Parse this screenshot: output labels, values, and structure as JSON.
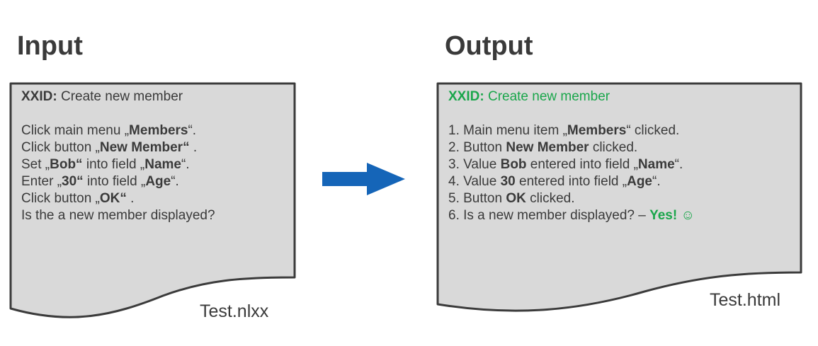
{
  "input": {
    "heading": "Input",
    "filename": "Test.nlxx",
    "title_id": "XXID:",
    "title_text": " Create new member",
    "lines": [
      [
        {
          "t": "Click main menu „"
        },
        {
          "t": "Members",
          "b": true
        },
        {
          "t": "“."
        }
      ],
      [
        {
          "t": "Click button „"
        },
        {
          "t": "New Member“",
          "b": true
        },
        {
          "t": " ."
        }
      ],
      [
        {
          "t": "Set „"
        },
        {
          "t": "Bob“",
          "b": true
        },
        {
          "t": " into field „"
        },
        {
          "t": "Name",
          "b": true
        },
        {
          "t": "“."
        }
      ],
      [
        {
          "t": "Enter „"
        },
        {
          "t": "30“",
          "b": true
        },
        {
          "t": " into field „"
        },
        {
          "t": "Age",
          "b": true
        },
        {
          "t": "“."
        }
      ],
      [
        {
          "t": "Click button „"
        },
        {
          "t": "OK“",
          "b": true
        },
        {
          "t": " ."
        }
      ],
      [
        {
          "t": "Is the a new member displayed?"
        }
      ]
    ]
  },
  "output": {
    "heading": "Output",
    "filename": "Test.html",
    "title_id": "XXID:",
    "title_text": " Create new member",
    "lines": [
      [
        {
          "t": "1. Main menu item „"
        },
        {
          "t": "Members",
          "b": true
        },
        {
          "t": "“ clicked."
        }
      ],
      [
        {
          "t": "2. Button "
        },
        {
          "t": "New Member",
          "b": true
        },
        {
          "t": " clicked."
        }
      ],
      [
        {
          "t": "3. Value "
        },
        {
          "t": "Bob",
          "b": true
        },
        {
          "t": " entered into field „"
        },
        {
          "t": "Name",
          "b": true
        },
        {
          "t": "“."
        }
      ],
      [
        {
          "t": "4. Value "
        },
        {
          "t": "30",
          "b": true
        },
        {
          "t": " entered into field „"
        },
        {
          "t": "Age",
          "b": true
        },
        {
          "t": "“."
        }
      ],
      [
        {
          "t": "5. Button "
        },
        {
          "t": "OK",
          "b": true
        },
        {
          "t": " clicked."
        }
      ],
      [
        {
          "t": "6. Is a new member displayed? – "
        },
        {
          "t": "Yes! ☺",
          "b": true,
          "green": true
        }
      ]
    ]
  },
  "colors": {
    "doc_fill": "#d9d9d9",
    "doc_stroke": "#3b3b3b",
    "arrow": "#1565b8",
    "success_green": "#1aa64b",
    "text": "#3a3a3a"
  }
}
